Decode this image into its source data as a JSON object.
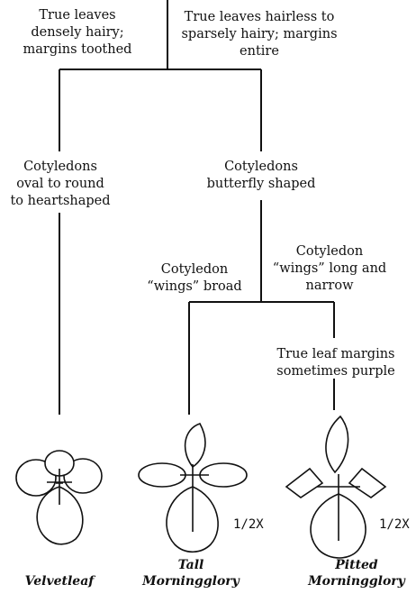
{
  "key": {
    "top_left": [
      "True leaves",
      "densely hairy;",
      "margins toothed"
    ],
    "top_right": [
      "True leaves hairless to",
      "sparsely hairy; margins",
      "entire"
    ],
    "mid_left": [
      "Cotyledons",
      "oval to round",
      "to heartshaped"
    ],
    "mid_right": [
      "Cotyledons",
      "butterfly shaped"
    ],
    "wings_broad": [
      "Cotyledon",
      "“wings” broad"
    ],
    "wings_narrow": [
      "Cotyledon",
      "“wings” long and",
      "narrow"
    ],
    "purple": [
      "True leaf margins",
      "sometimes purple"
    ]
  },
  "species": {
    "velvetleaf": [
      "Velvetleaf"
    ],
    "tall": [
      "Tall",
      "Morningglory"
    ],
    "pitted": [
      "Pitted",
      "Morningglory"
    ]
  },
  "scales": {
    "tall": "1/2X",
    "pitted": "1/2X"
  }
}
